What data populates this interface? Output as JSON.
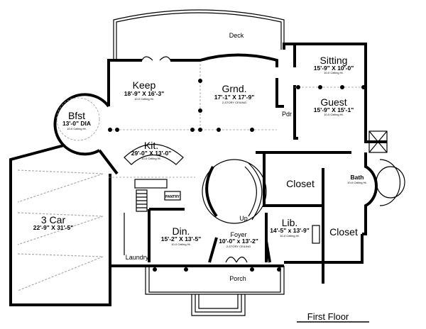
{
  "plan": {
    "title": "First Floor",
    "rooms": {
      "deck": {
        "name": "Deck"
      },
      "keep": {
        "name": "Keep",
        "size": "18'-9\" X 16'-3\"",
        "ceiling": "10-0 Ceiling Ht."
      },
      "grnd": {
        "name": "Grnd.",
        "size": "17'-1\" X 17'-9\"",
        "ceiling": "2-STORY CEILING"
      },
      "sitting": {
        "name": "Sitting",
        "size": "15'-9\" X 10'-0\"",
        "ceiling": "10-0 Ceiling Ht."
      },
      "guest": {
        "name": "Guest",
        "size": "15'-9\" X 15'-1\"",
        "ceiling": "10-0 Ceiling Ht."
      },
      "bfst": {
        "name": "Bfst",
        "size": "13'-0\" DIA",
        "ceiling": "10-0 Ceiling Ht."
      },
      "kit": {
        "name": "Kit.",
        "size": "29'-0\" X 13'-0\"",
        "ceiling": "10-0 Ceiling Ht."
      },
      "pdr": {
        "name": "Pdr"
      },
      "closet1": {
        "name": "Closet"
      },
      "bath": {
        "name": "Bath",
        "ceiling": "10-0 Ceiling Ht."
      },
      "garage": {
        "name": "3 Car",
        "size": "22'-9\" X 31'-5\""
      },
      "pantry": {
        "name": "PANTRY"
      },
      "din": {
        "name": "Din.",
        "size": "15'-2\" X 13'-5\"",
        "ceiling": "10-0 Ceiling Ht."
      },
      "foyer": {
        "name": "Foyer",
        "size": "10'-0\" x 13'-2\"",
        "ceiling": "2-STORY CEILING"
      },
      "lib": {
        "name": "Lib.",
        "size": "14'-5\" x 13'-9\"",
        "ceiling": "10-0 Ceiling Ht."
      },
      "closet2": {
        "name": "Closet"
      },
      "laundry": {
        "name": "Laundry"
      },
      "porch": {
        "name": "Porch"
      }
    },
    "stair_label": "Up"
  }
}
